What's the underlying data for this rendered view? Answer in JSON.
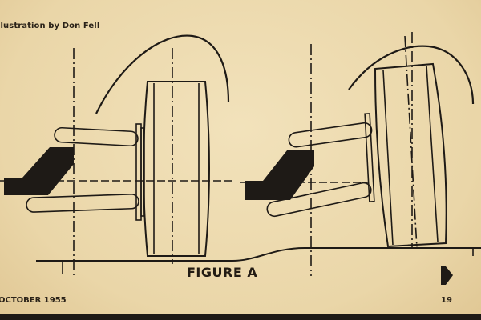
{
  "credit": "llustration by Don Fell",
  "figure_label": "FIGURE A",
  "footer": {
    "month_year": "OCTOBER 1955",
    "page_number": "19"
  },
  "icons": {
    "continue": "arrow-right-icon"
  },
  "colors": {
    "paper": "#eedcb2",
    "ink": "#1e1a16"
  }
}
